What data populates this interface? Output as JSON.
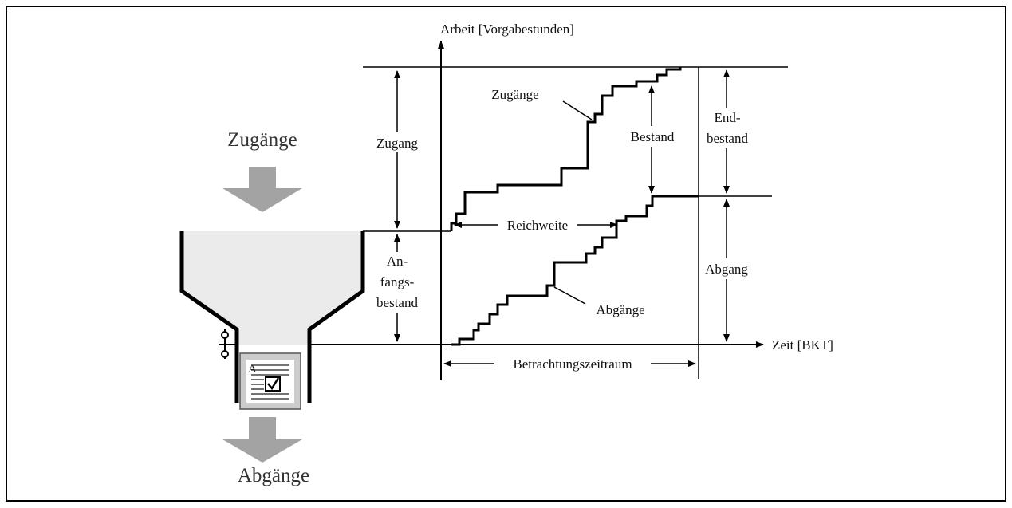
{
  "funnel": {
    "title_top": "Zugänge",
    "title_bottom": "Abgänge",
    "order_letter": "A",
    "colors": {
      "fill": "#ebebeb",
      "arrow": "#a3a3a3",
      "order_card": "#cccccc"
    }
  },
  "axes": {
    "y_label": "Arbeit [Vorgabestunden]",
    "x_label": "Zeit [BKT]"
  },
  "curves": {
    "inflow_label": "Zugänge",
    "outflow_label": "Abgänge"
  },
  "dimensions": {
    "zugang": "Zugang",
    "anfangsbestand_1": "An-",
    "anfangsbestand_2": "fangs-",
    "anfangsbestand_3": "bestand",
    "bestand": "Bestand",
    "endbestand_1": "End-",
    "endbestand_2": "bestand",
    "abgang": "Abgang",
    "reichweite": "Reichweite",
    "betrachtungszeitraum": "Betrachtungszeitraum"
  }
}
